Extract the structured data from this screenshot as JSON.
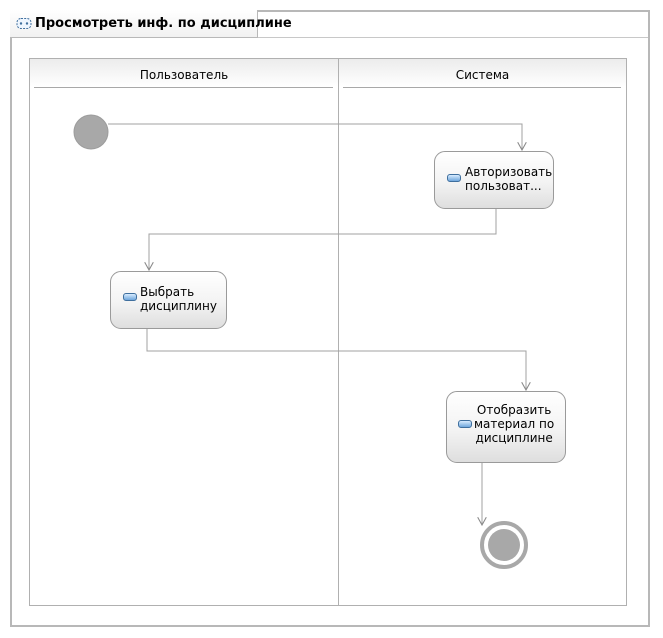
{
  "diagram": {
    "title": "Просмотреть инф. по дисциплине",
    "lanes": [
      {
        "label": "Пользователь"
      },
      {
        "label": "Система"
      }
    ],
    "actions": [
      {
        "label": "Авторизовать\nпользоват..."
      },
      {
        "label": "Выбрать\nдисциплину"
      },
      {
        "label": "Отобразить\nматериал по\nдисциплине"
      }
    ],
    "nodes": {
      "initial": "initial-node",
      "final": "final-node"
    },
    "colors": {
      "frame_border": "#b8b8b8",
      "lane_border": "#b0b0b0",
      "flow_line": "#a0a0a0",
      "node_fill": "#a8a8a8",
      "action_border": "#9a9a9a",
      "action_icon": "#6fa6dc"
    }
  }
}
